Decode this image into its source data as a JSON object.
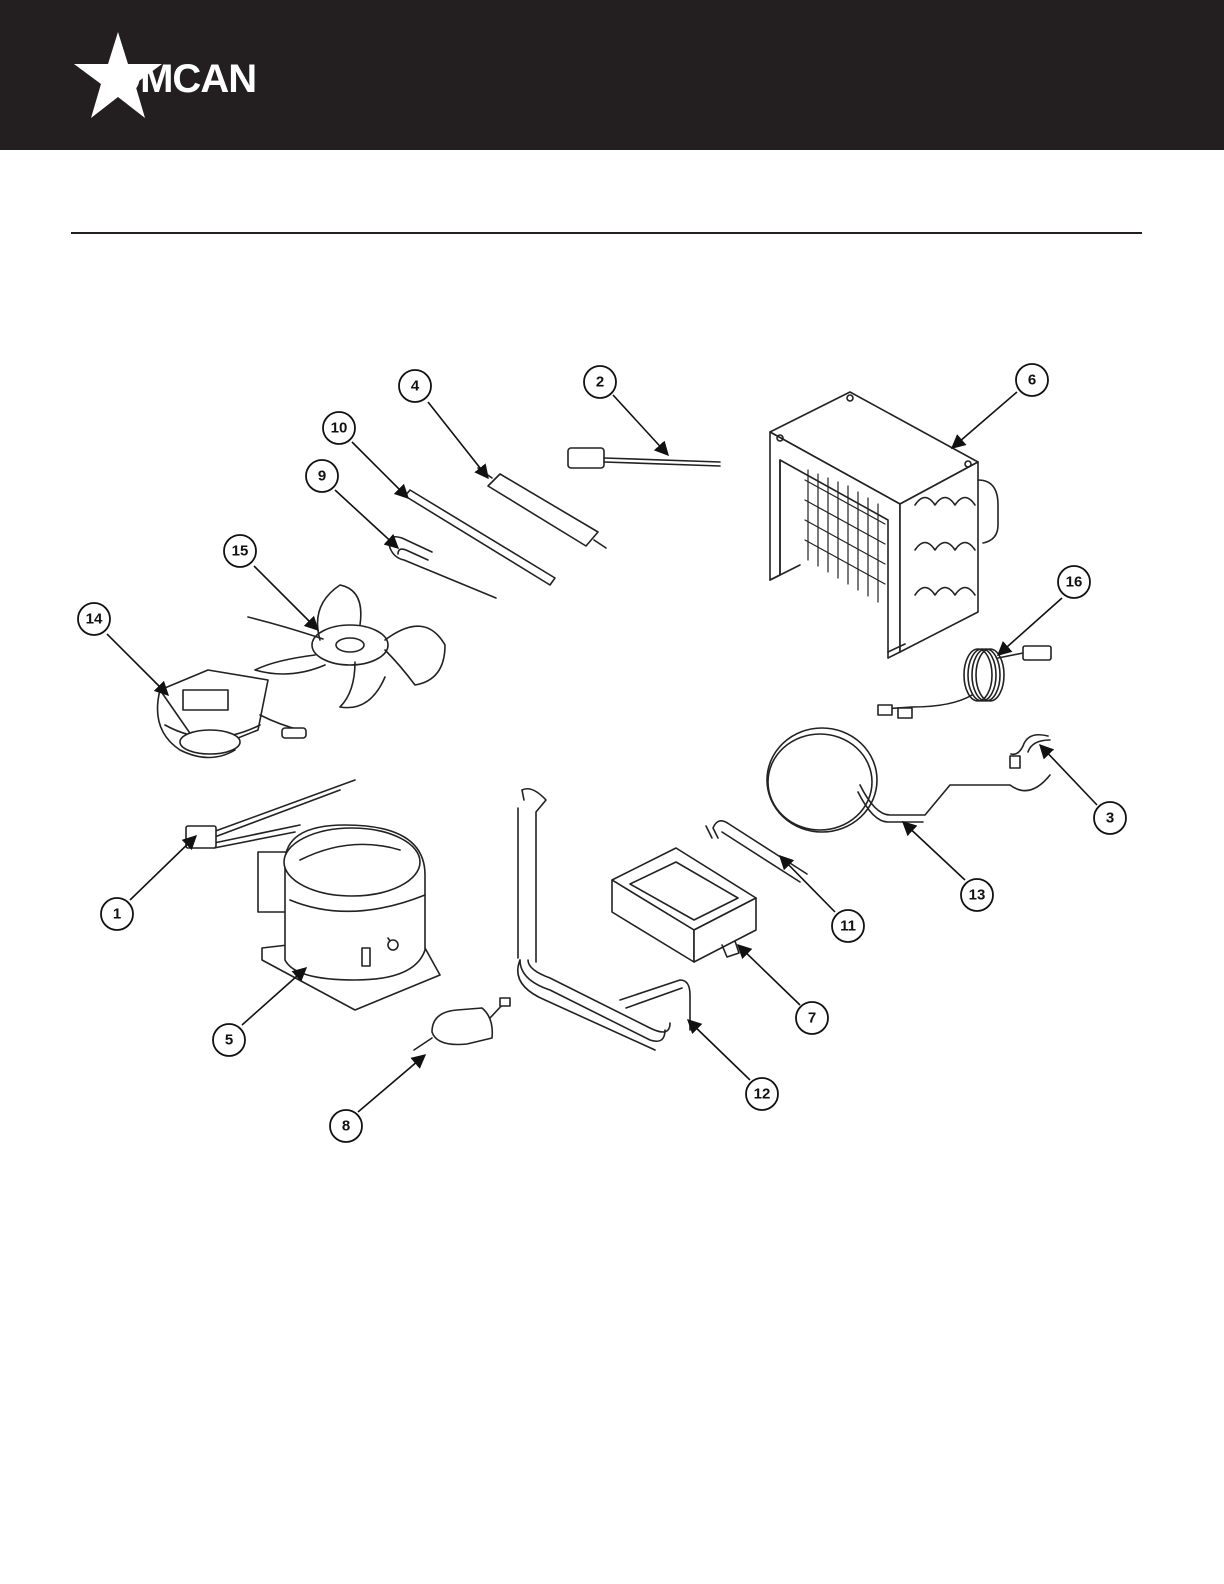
{
  "brand": {
    "name": "OMCAN",
    "text_color": "#ffffff",
    "header_color": "#231f20"
  },
  "callouts": [
    {
      "id": "1",
      "label": "1"
    },
    {
      "id": "2",
      "label": "2"
    },
    {
      "id": "3",
      "label": "3"
    },
    {
      "id": "4",
      "label": "4"
    },
    {
      "id": "5",
      "label": "5"
    },
    {
      "id": "6",
      "label": "6"
    },
    {
      "id": "7",
      "label": "7"
    },
    {
      "id": "8",
      "label": "8"
    },
    {
      "id": "9",
      "label": "9"
    },
    {
      "id": "10",
      "label": "10"
    },
    {
      "id": "11",
      "label": "11"
    },
    {
      "id": "12",
      "label": "12"
    },
    {
      "id": "13",
      "label": "13"
    },
    {
      "id": "14",
      "label": "14"
    },
    {
      "id": "15",
      "label": "15"
    },
    {
      "id": "16",
      "label": "16"
    }
  ]
}
